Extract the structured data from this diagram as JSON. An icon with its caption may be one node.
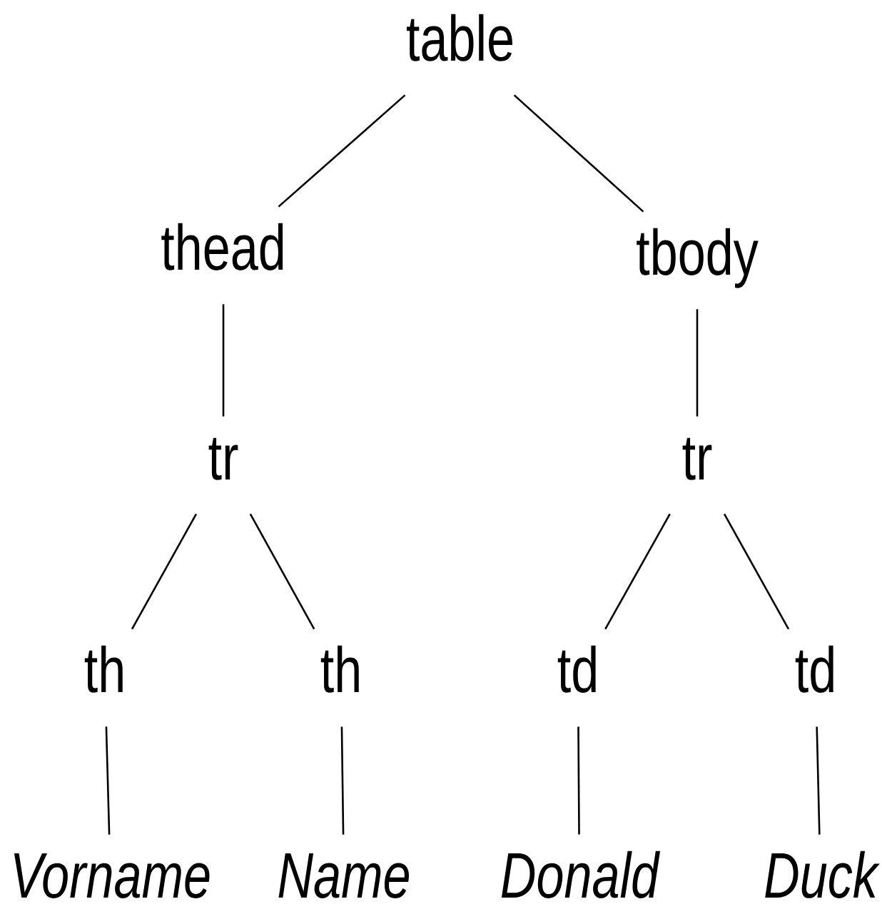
{
  "diagram": {
    "nodes": [
      {
        "text": [
          "table"
        ]
      },
      {
        "text": [
          "thead"
        ]
      },
      {
        "text": [
          "tbody"
        ]
      },
      {
        "text": [
          "tr"
        ]
      },
      {
        "text": [
          "tr"
        ]
      },
      {
        "text": [
          "th"
        ]
      },
      {
        "text": [
          "th"
        ]
      },
      {
        "text": [
          "td"
        ]
      },
      {
        "text": [
          "td"
        ]
      },
      {
        "text": [
          "Vorname"
        ]
      },
      {
        "text": [
          "Name"
        ]
      },
      {
        "text": [
          "Donald"
        ]
      },
      {
        "text": [
          "Duck"
        ]
      }
    ],
    "edges": [
      {
        "from": 0,
        "to": 1,
        "arrow": "none"
      },
      {
        "from": 0,
        "to": 2,
        "arrow": "none"
      },
      {
        "from": 1,
        "to": 3,
        "arrow": "none"
      },
      {
        "from": 2,
        "to": 4,
        "arrow": "none"
      },
      {
        "from": 3,
        "to": 5,
        "arrow": "none"
      },
      {
        "from": 3,
        "to": 6,
        "arrow": "none"
      },
      {
        "from": 4,
        "to": 7,
        "arrow": "none"
      },
      {
        "from": 4,
        "to": 8,
        "arrow": "none"
      },
      {
        "from": 5,
        "to": 9,
        "arrow": "none"
      },
      {
        "from": 6,
        "to": 10,
        "arrow": "none"
      },
      {
        "from": 7,
        "to": 11,
        "arrow": "none"
      },
      {
        "from": 8,
        "to": 12,
        "arrow": "none"
      }
    ]
  }
}
